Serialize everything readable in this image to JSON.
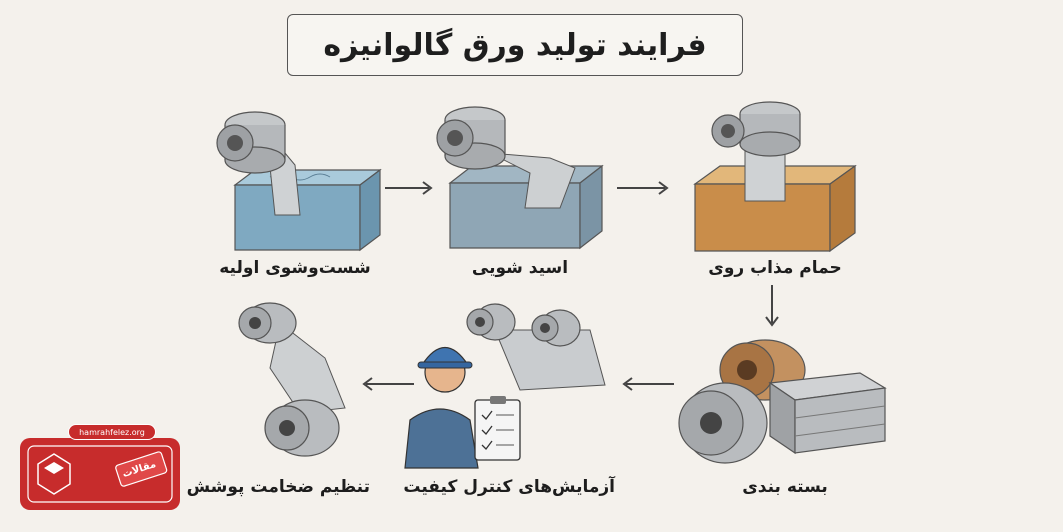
{
  "title": "فرایند تولید ورق گالوانیزه",
  "stages": [
    {
      "label": "شست‌وشوی اولیه"
    },
    {
      "label": "اسید شویی"
    },
    {
      "label": "حمام مذاب روی"
    },
    {
      "label": "بسته بندی"
    },
    {
      "label": "آزمایش‌های کنترل کیفیت"
    },
    {
      "label": "تنظیم ضخامت پوشش"
    }
  ],
  "watermark": {
    "url": "hamrahfelez.org",
    "tag": "مقالات"
  },
  "colors": {
    "water": "#8fb8cf",
    "acid": "#9ab3c4",
    "zinc_bath": "#d8a25e",
    "steel": "#b9bcbf",
    "badge": "#c72c2c",
    "worker_shirt": "#4d7196"
  }
}
